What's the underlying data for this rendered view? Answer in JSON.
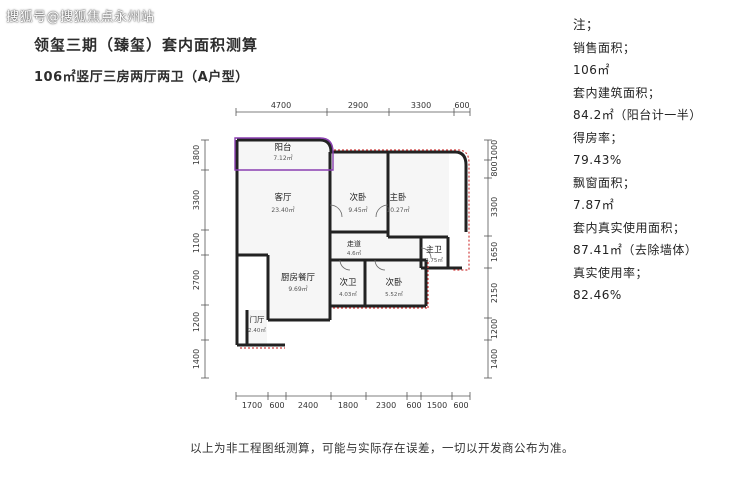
{
  "watermark": "搜狐号@搜狐焦点永州站",
  "title": "领玺三期（臻玺）套内面积测算",
  "subtitle": "106㎡竖厅三房两厅两卫（A户型）",
  "notes": {
    "heading": "注；",
    "lines": [
      "销售面积；",
      "106㎡",
      "套内建筑面积；",
      "84.2㎡（阳台计一半）",
      "得房率；",
      "79.43%",
      "飘窗面积；",
      "7.87㎡",
      "套内真实使用面积；",
      "87.41㎡（去除墙体）",
      "真实使用率；",
      "82.46%"
    ]
  },
  "floorplan": {
    "dims_top": [
      "4700",
      "2900",
      "3300",
      "600"
    ],
    "dims_bottom": [
      "1700",
      "600",
      "2400",
      "1800",
      "2300",
      "600",
      "1500",
      "600"
    ],
    "dims_left": [
      "1800",
      "3300",
      "1100",
      "2700",
      "1200",
      "1400"
    ],
    "dims_right": [
      "1000",
      "800",
      "3300",
      "1650",
      "2150",
      "1200",
      "1400"
    ],
    "rooms": {
      "balcony": {
        "name": "阳台",
        "area": "7.12㎡"
      },
      "living": {
        "name": "客厅",
        "area": "23.40㎡"
      },
      "bedroom2": {
        "name": "次卧",
        "area": "9.45㎡"
      },
      "master": {
        "name": "主卧",
        "area": "10.27㎡"
      },
      "hall": {
        "name": "走道",
        "area": "4.6㎡"
      },
      "master_bath": {
        "name": "主卫",
        "area": "3.75㎡"
      },
      "dining": {
        "name": "厨房餐厅",
        "area": "9.69㎡"
      },
      "second_bath": {
        "name": "次卫",
        "area": "4.03㎡"
      },
      "bedroom3": {
        "name": "次卧",
        "area": "5.52㎡"
      },
      "entry": {
        "name": "门厅",
        "area": "2.40㎡"
      }
    }
  },
  "footer": "以上为非工程图纸测算，可能与实际存在误差，一切以开发商公布为准。"
}
